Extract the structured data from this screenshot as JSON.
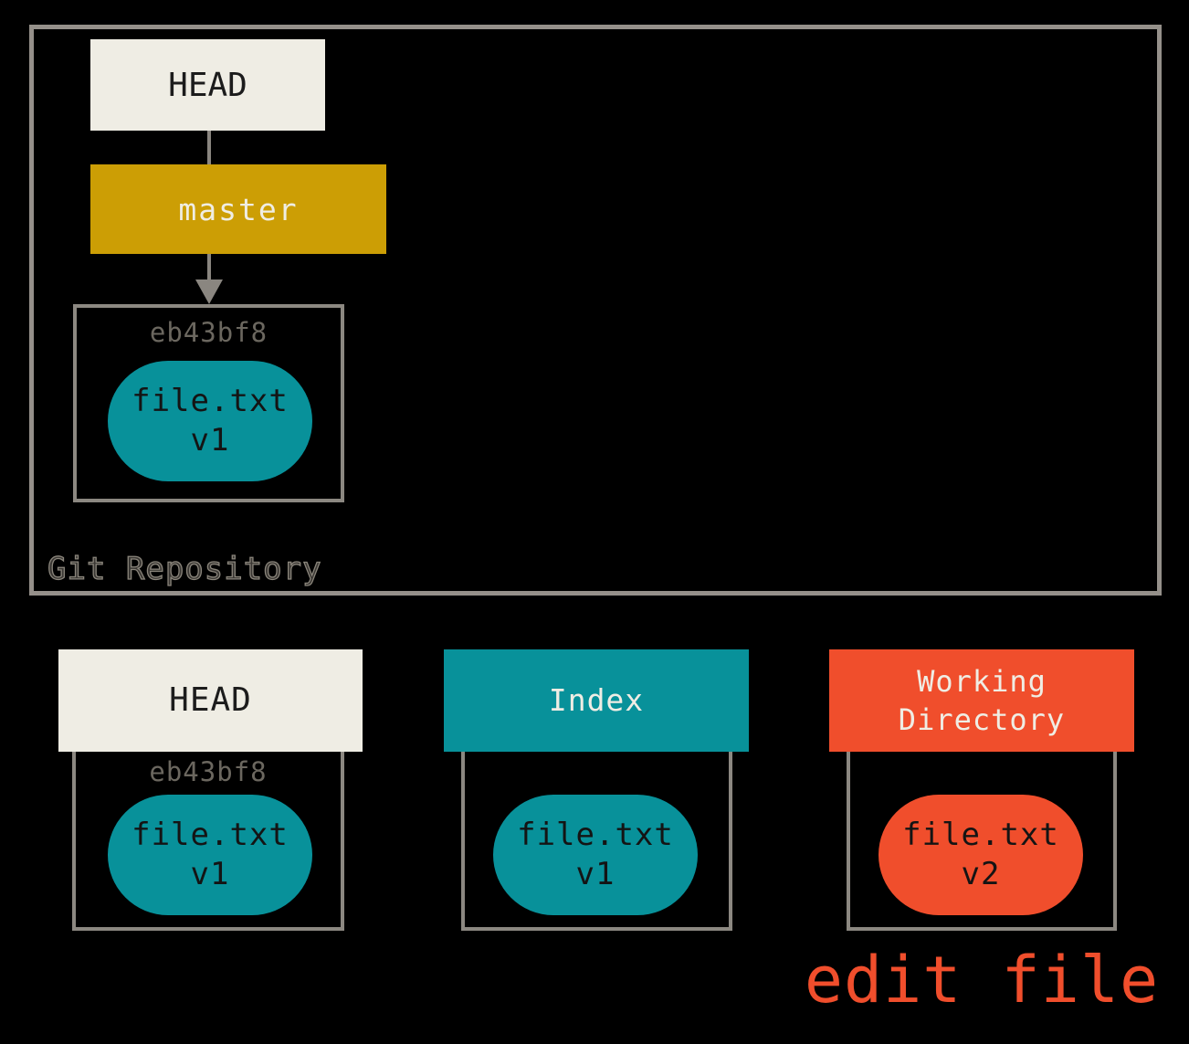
{
  "repository": {
    "label": "Git Repository",
    "head_label": "HEAD",
    "master_label": "master",
    "commit": {
      "hash": "eb43bf8",
      "file_name": "file.txt",
      "file_version": "v1"
    }
  },
  "areas": {
    "head": {
      "title": "HEAD",
      "hash": "eb43bf8",
      "file_name": "file.txt",
      "file_version": "v1"
    },
    "index": {
      "title": "Index",
      "file_name": "file.txt",
      "file_version": "v1"
    },
    "working_directory": {
      "title": "Working\nDirectory",
      "file_name": "file.txt",
      "file_version": "v2"
    }
  },
  "annotation": {
    "text": "edit file"
  },
  "colors": {
    "background": "#000000",
    "offwhite_box": "#EFEDE4",
    "branch_gold": "#CC9E05",
    "teal": "#08919A",
    "red_orange": "#F04E2C",
    "border_gray": "#95908A",
    "inner_border_gray": "#8C8881",
    "line_gray": "#8A8680",
    "hash_gray": "#6B675F",
    "text_black": "#1C1C1C"
  }
}
